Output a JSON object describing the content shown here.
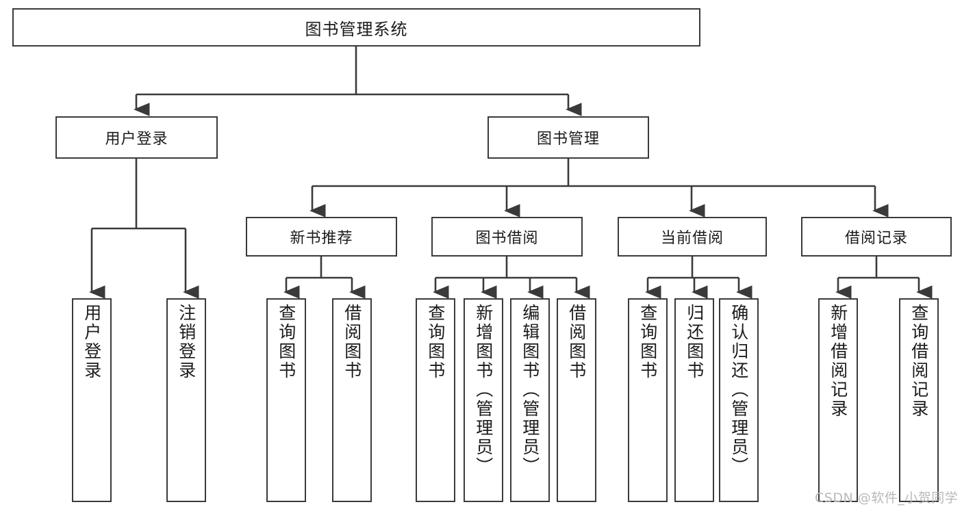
{
  "diagram": {
    "title": "图书管理系统",
    "type": "tree-hierarchy",
    "colors": {
      "stroke": "#3a3a3a",
      "box_fill": "#ffffff",
      "text": "#1b1b1b",
      "background": "#ffffff",
      "watermark": "#b9b9b9"
    }
  },
  "root": {
    "label": "图书管理系统"
  },
  "level2": {
    "user_login": {
      "label": "用户登录"
    },
    "book_manage": {
      "label": "图书管理"
    }
  },
  "level3": {
    "new_book_rec": {
      "label": "新书推荐"
    },
    "book_borrow": {
      "label": "图书借阅"
    },
    "current_borrow": {
      "label": "当前借阅"
    },
    "borrow_record": {
      "label": "借阅记录"
    }
  },
  "leaves": {
    "user_login": [
      {
        "label": "用户登录"
      },
      {
        "label": "注销登录"
      }
    ],
    "new_book_rec": [
      {
        "label": "查询图书"
      },
      {
        "label": "借阅图书"
      }
    ],
    "book_borrow": [
      {
        "label": "查询图书"
      },
      {
        "label": "新增图书（管理员）"
      },
      {
        "label": "编辑图书（管理员）"
      },
      {
        "label": "借阅图书"
      }
    ],
    "current_borrow": [
      {
        "label": "查询图书"
      },
      {
        "label": "归还图书"
      },
      {
        "label": "确认归还（管理员）"
      }
    ],
    "borrow_record": [
      {
        "label": "新增借阅记录"
      },
      {
        "label": "查询借阅记录"
      }
    ]
  },
  "watermark": {
    "text": "CSDN @软件_小贺同学"
  }
}
